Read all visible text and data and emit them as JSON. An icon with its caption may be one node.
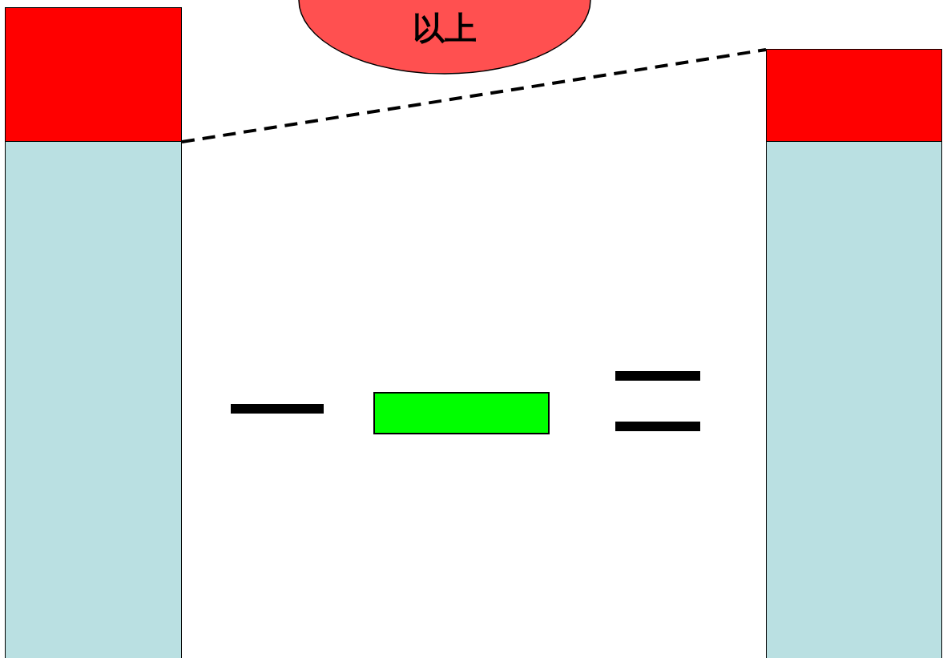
{
  "diagram": {
    "nodes": [
      {
        "text": [],
        "shape": "bar"
      },
      {
        "text": [],
        "shape": "bar"
      },
      {
        "text": [],
        "shape": "box"
      },
      {
        "text": [],
        "shape": "bar"
      },
      {
        "text": [],
        "shape": "bar"
      },
      {
        "text": [
          "以上"
        ]
      }
    ],
    "edges": [
      {
        "from": 0,
        "to": 3,
        "arrow": "none",
        "style": "dashed"
      }
    ]
  }
}
